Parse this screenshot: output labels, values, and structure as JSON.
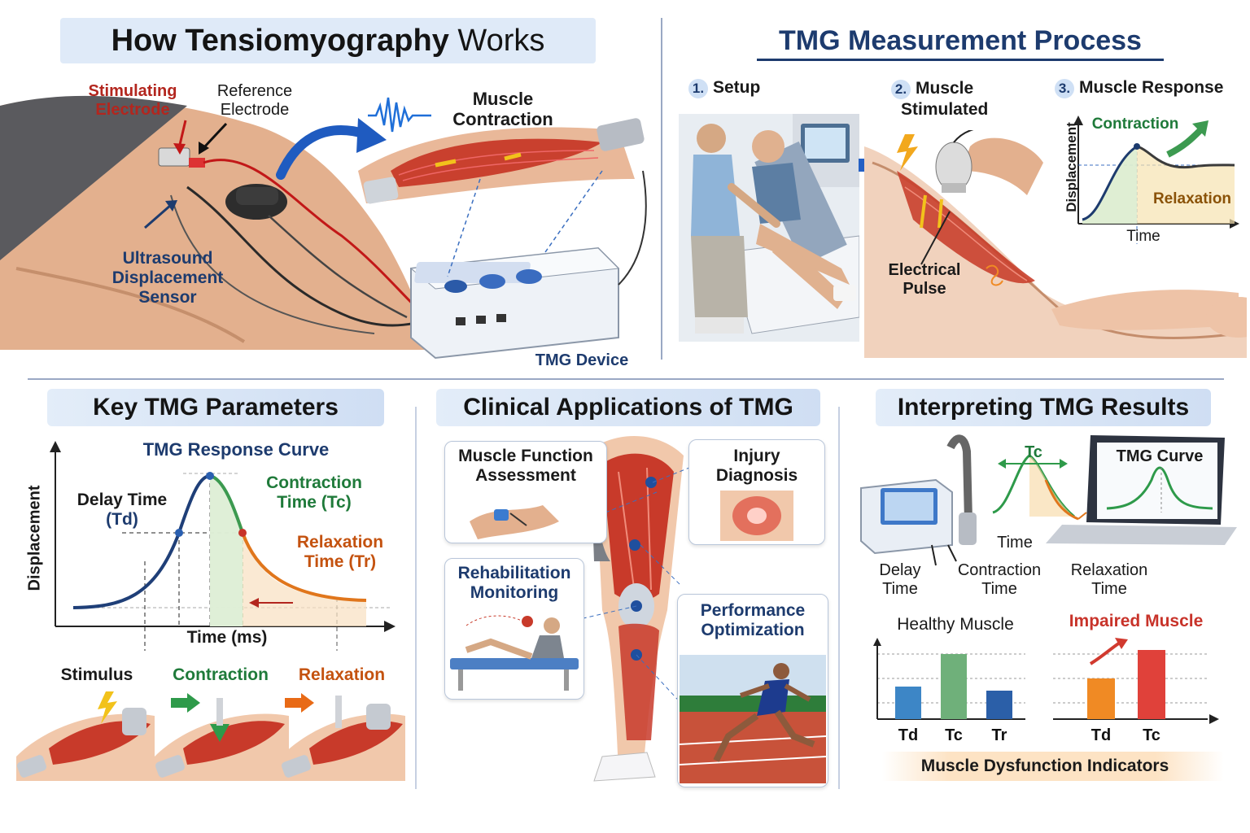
{
  "panel_how": {
    "title_bold": "How Tensiomyography",
    "title_light": "Works",
    "stimulating_electrode": [
      "Stimulating",
      "Electrode"
    ],
    "reference_electrode": [
      "Reference",
      "Electrode"
    ],
    "ultrasound_sensor": [
      "Ultrasound",
      "Displacement",
      "Sensor"
    ],
    "muscle_contraction": [
      "Muscle",
      "Contraction"
    ],
    "tmg_device": "TMG Device"
  },
  "panel_process": {
    "title": "TMG Measurement Process",
    "step1": {
      "num": "1.",
      "label": "Setup"
    },
    "step2": {
      "num": "2.",
      "label": [
        "Muscle",
        "Stimulated"
      ]
    },
    "step3": {
      "num": "3.",
      "label": "Muscle Response"
    },
    "electrical_pulse": [
      "Electrical",
      "Pulse"
    ],
    "graph_contraction": "Contraction",
    "graph_relaxation": "Relaxation",
    "graph_ylabel": "Displacement",
    "graph_xlabel": "Time"
  },
  "panel_params": {
    "title": "Key TMG Parameters",
    "curve_title": "TMG Response Curve",
    "delay_time": [
      "Delay Time",
      "(Td)"
    ],
    "contraction_time": [
      "Contraction",
      "Time (Tc)"
    ],
    "relaxation_time": [
      "Relaxation",
      "Time (Tr)"
    ],
    "ylabel": "Displacement",
    "xlabel": "Time (ms)",
    "stimulus": "Stimulus",
    "contraction": "Contraction",
    "relaxation": "Relaxation"
  },
  "panel_clinical": {
    "title": "Clinical Applications of TMG",
    "muscle_function": [
      "Muscle Function",
      "Assessment"
    ],
    "injury_diagnosis": [
      "Injury",
      "Diagnosis"
    ],
    "rehab_monitoring": [
      "Rehabilitation",
      "Monitoring"
    ],
    "performance": [
      "Performance",
      "Optimization"
    ]
  },
  "panel_interpret": {
    "title": "Interpreting TMG Results",
    "tc_label": "Tc",
    "tmg_curve": "TMG Curve",
    "time_label": "Time",
    "delay_time": [
      "Delay",
      "Time"
    ],
    "contraction_time": [
      "Contraction",
      "Time"
    ],
    "relaxation_time": [
      "Relaxation",
      "Time"
    ],
    "healthy_muscle": "Healthy Muscle",
    "impaired_muscle": "Impaired Muscle",
    "dysfunction": "Muscle Dysfunction Indicators"
  },
  "chart_data": [
    {
      "type": "bar",
      "title": "Healthy Muscle",
      "categories": [
        "Td",
        "Tc",
        "Tr"
      ],
      "values": [
        40,
        80,
        35
      ],
      "colors": [
        "#3d86c6",
        "#6fb07a",
        "#2b5fa8"
      ]
    },
    {
      "type": "bar",
      "title": "Impaired Muscle",
      "categories": [
        "Td",
        "Tc"
      ],
      "values": [
        50,
        85
      ],
      "colors": [
        "#f08a24",
        "#e0413a"
      ]
    }
  ],
  "colors": {
    "navy": "#1d3b6e",
    "red": "#b3261e",
    "green": "#1f7a3a",
    "orange": "#c4520f",
    "muscle": "#c83a2a"
  },
  "icons": [
    "lightning-icon",
    "arrow-right-icon",
    "waveform-icon",
    "node-dot-icon"
  ]
}
